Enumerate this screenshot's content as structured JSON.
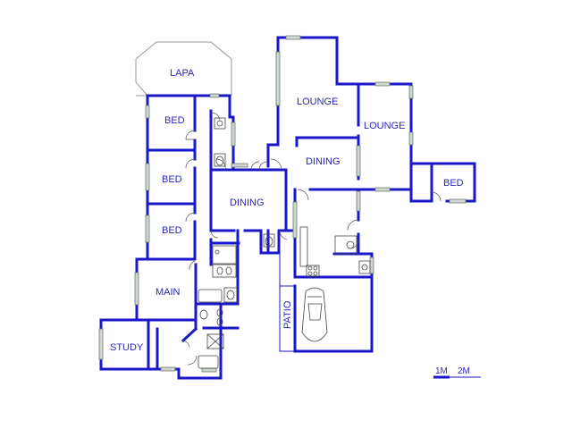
{
  "rooms": {
    "lapa": "LAPA",
    "bed_1": "BED",
    "bed_2": "BED",
    "bed_3": "BED",
    "bed_4": "BED",
    "main": "MAIN",
    "study": "STUDY",
    "dining_1": "DINING",
    "dining_2": "DINING",
    "lounge_1": "LOUNGE",
    "lounge_2": "LOUNGE",
    "patio": "PATIO"
  },
  "scale": {
    "one": "1M",
    "two": "2M"
  },
  "colors": {
    "wall": "#1a17c9",
    "label": "#2a27b8",
    "window": "#cfd6cf"
  }
}
